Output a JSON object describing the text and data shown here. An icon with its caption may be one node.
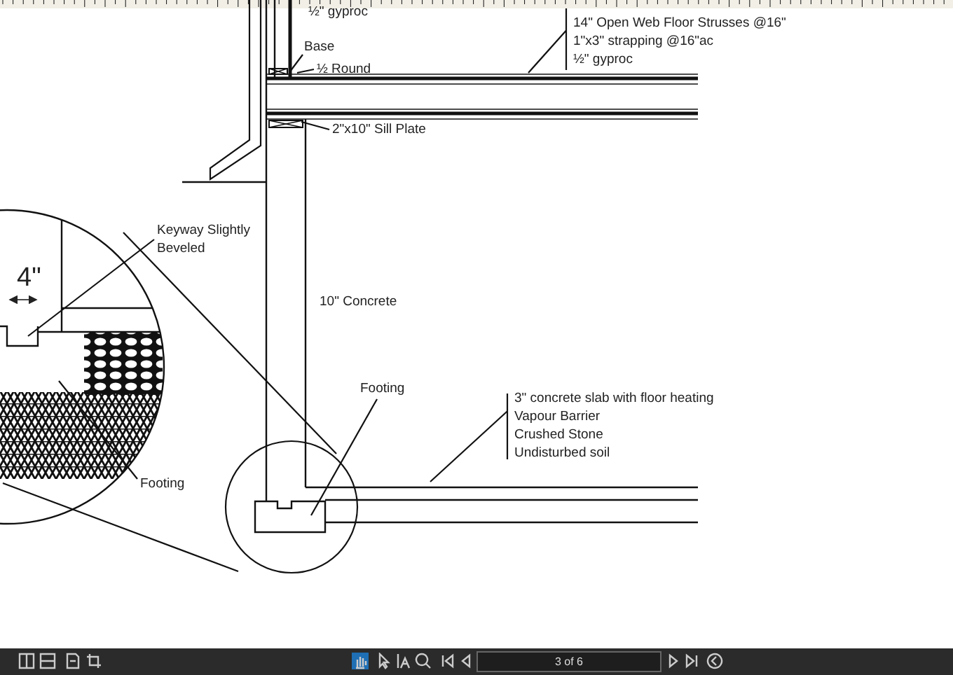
{
  "diagram": {
    "nodes": [
      {
        "text": [
          "Base"
        ]
      },
      {
        "text": [
          "½ Round"
        ]
      },
      {
        "text": [
          "2\"x10\" Sill Plate"
        ]
      },
      {
        "text": [
          "14\" Open Web Floor Strusses @16\"",
          "1\"x3\" strapping @16\"ac",
          "½\" gyproc"
        ]
      },
      {
        "text": [
          "Keyway Slightly Beveled"
        ]
      },
      {
        "text": [
          "Footing"
        ]
      },
      {
        "text": [
          "Footing"
        ]
      },
      {
        "text": [
          "3\" concrete slab with floor heating",
          "Vapour Barrier",
          "Crushed Stone",
          "Undisturbed soil"
        ]
      }
    ],
    "edges": [
      {
        "from": 0,
        "to": null,
        "arrow": "none"
      },
      {
        "from": 1,
        "to": null,
        "arrow": "none"
      },
      {
        "from": 2,
        "to": null,
        "arrow": "none"
      },
      {
        "from": 3,
        "to": null,
        "arrow": "none"
      },
      {
        "from": 4,
        "to": null,
        "arrow": "none"
      },
      {
        "from": 5,
        "to": null,
        "arrow": "none"
      },
      {
        "from": 6,
        "to": null,
        "arrow": "none"
      },
      {
        "from": 7,
        "to": null,
        "arrow": "none"
      }
    ],
    "labels": [
      "½\" gyproc",
      "4\"",
      "10\" Concrete",
      "3 of 6"
    ]
  }
}
